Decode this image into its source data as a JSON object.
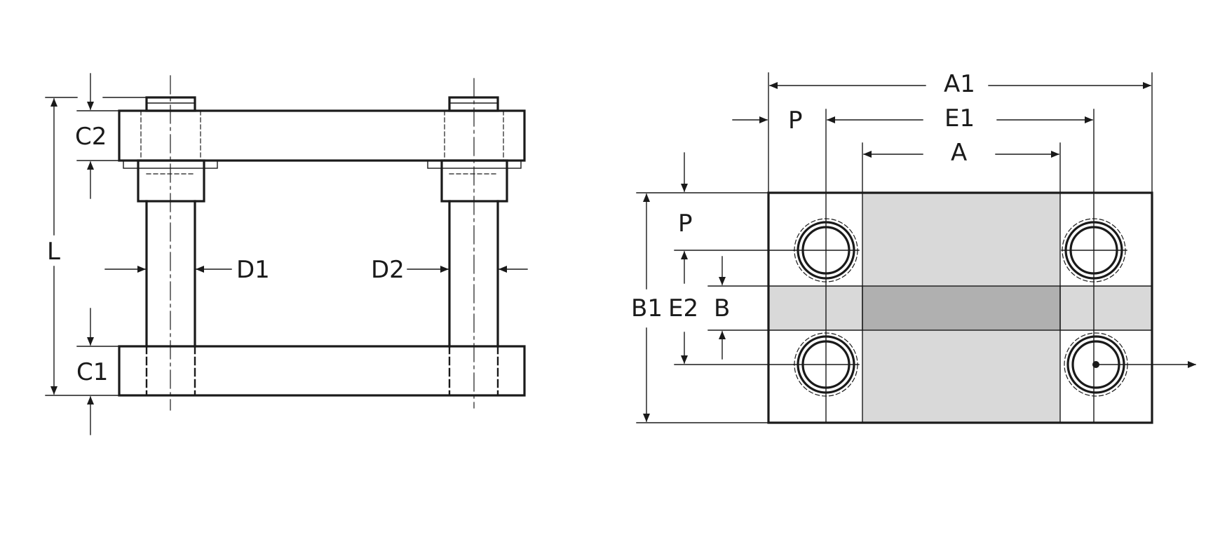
{
  "side_view": {
    "labels": {
      "c2": "C2",
      "l": "L",
      "d1": "D1",
      "d2": "D2",
      "c1": "C1"
    }
  },
  "top_view": {
    "labels": {
      "a1": "A1",
      "p_top": "P",
      "e1": "E1",
      "a": "A",
      "p_left": "P",
      "b1": "B1",
      "e2": "E2",
      "b": "B"
    }
  },
  "colors": {
    "line": "#1a1a1a",
    "light_fill": "#d9d9d9",
    "dark_fill": "#b0b0b0",
    "background": "#ffffff"
  }
}
